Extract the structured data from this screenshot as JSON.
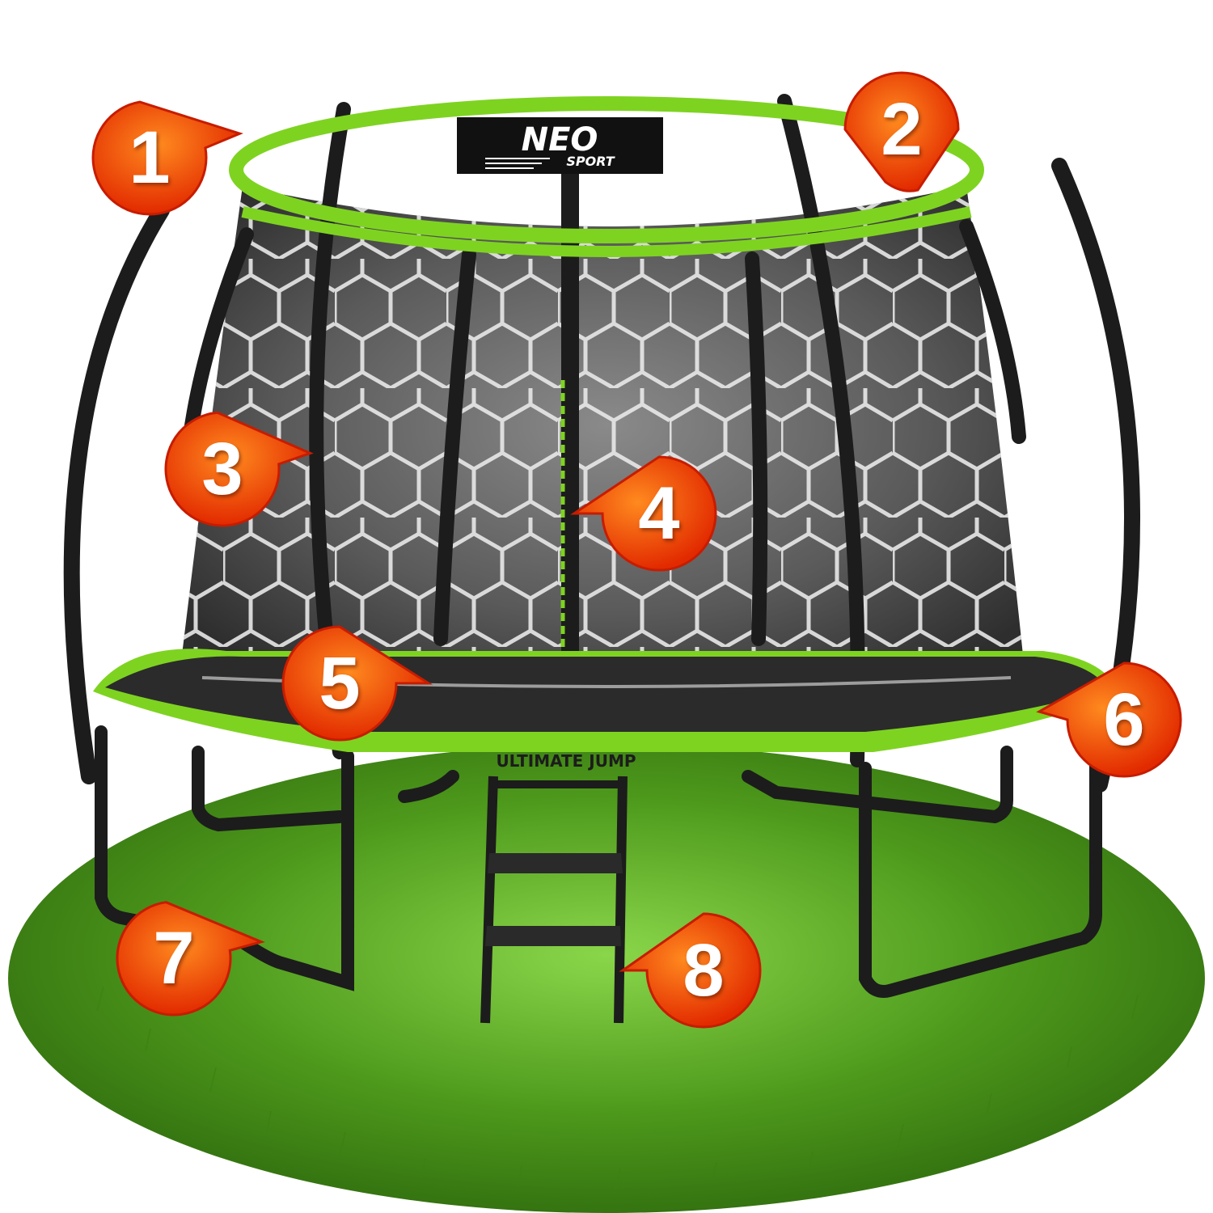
{
  "colors": {
    "accent_green": "#7ed321",
    "frame_black": "#1c1c1c",
    "marker_orange": "#ff5a00",
    "marker_red": "#e22a00",
    "grass": "#4e9a1c"
  },
  "brand": {
    "logo_main": "NEO",
    "logo_sub": "SPORT",
    "product_name": "ULTIMATE JUMP"
  },
  "markers": [
    {
      "label": "1",
      "pointer": "right"
    },
    {
      "label": "2",
      "pointer": "down"
    },
    {
      "label": "3",
      "pointer": "right"
    },
    {
      "label": "4",
      "pointer": "left"
    },
    {
      "label": "5",
      "pointer": "right"
    },
    {
      "label": "6",
      "pointer": "left"
    },
    {
      "label": "7",
      "pointer": "right"
    },
    {
      "label": "8",
      "pointer": "left"
    }
  ]
}
